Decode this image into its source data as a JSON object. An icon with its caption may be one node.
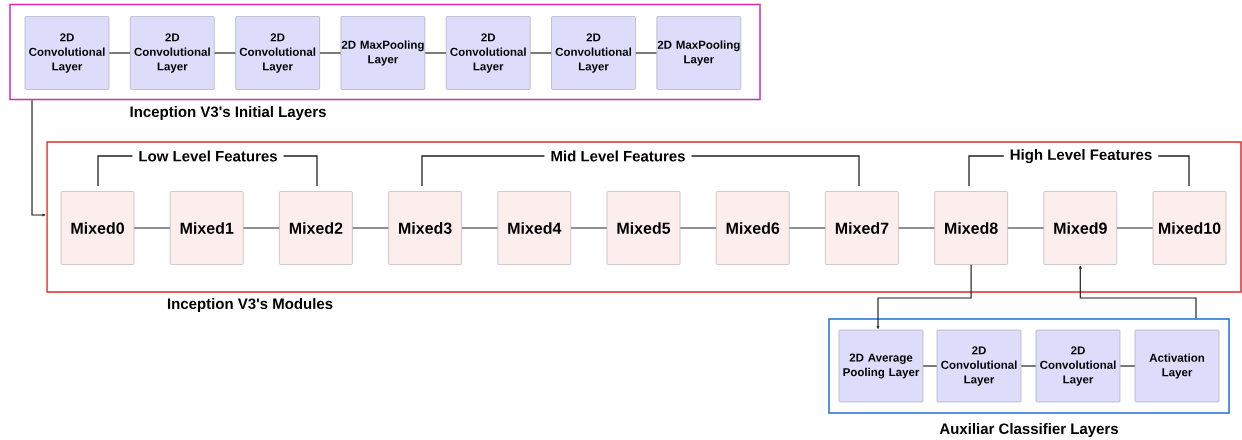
{
  "diagram": {
    "nodes": [
      {
        "text": [
          "Inception V3's Initial Layers"
        ]
      },
      {
        "text": [
          "2D Convolutional Layer"
        ],
        "in": 0
      },
      {
        "text": [
          "2D Convolutional Layer"
        ],
        "in": 0
      },
      {
        "text": [
          "2D Convolutional Layer"
        ],
        "in": 0
      },
      {
        "text": [
          "2D MaxPooling Layer"
        ],
        "in": 0
      },
      {
        "text": [
          "2D Convolutional Layer"
        ],
        "in": 0
      },
      {
        "text": [
          "2D Convolutional Layer"
        ],
        "in": 0
      },
      {
        "text": [
          "2D MaxPooling Layer"
        ],
        "in": 0
      },
      {
        "text": [
          "Inception V3's Modules"
        ]
      },
      {
        "text": [
          "Mixed0"
        ],
        "in": 8
      },
      {
        "text": [
          "Mixed1"
        ],
        "in": 8
      },
      {
        "text": [
          "Mixed2"
        ],
        "in": 8
      },
      {
        "text": [
          "Mixed3"
        ],
        "in": 8
      },
      {
        "text": [
          "Mixed4"
        ],
        "in": 8
      },
      {
        "text": [
          "Mixed5"
        ],
        "in": 8
      },
      {
        "text": [
          "Mixed6"
        ],
        "in": 8
      },
      {
        "text": [
          "Mixed7"
        ],
        "in": 8
      },
      {
        "text": [
          "Mixed8"
        ],
        "in": 8
      },
      {
        "text": [
          "Mixed9"
        ],
        "in": 8
      },
      {
        "text": [
          "Mixed10"
        ],
        "in": 8
      },
      {
        "text": [
          "Auxiliar Classifier Layers"
        ]
      },
      {
        "text": [
          "2D Average Pooling Layer"
        ],
        "in": 20
      },
      {
        "text": [
          "2D Convolutional Layer"
        ],
        "in": 20
      },
      {
        "text": [
          "2D Convolutional Layer"
        ],
        "in": 20
      },
      {
        "text": [
          "Activation Layer"
        ],
        "in": 20
      }
    ],
    "edges": [
      {
        "from": 1,
        "to": 2,
        "arrow": "none"
      },
      {
        "from": 2,
        "to": 3,
        "arrow": "none"
      },
      {
        "from": 3,
        "to": 4,
        "arrow": "none"
      },
      {
        "from": 4,
        "to": 5,
        "arrow": "none"
      },
      {
        "from": 5,
        "to": 6,
        "arrow": "none"
      },
      {
        "from": 6,
        "to": 7,
        "arrow": "none"
      },
      {
        "from": 0,
        "to": 8,
        "arrow": "to"
      },
      {
        "from": 9,
        "to": 10,
        "arrow": "none"
      },
      {
        "from": 10,
        "to": 11,
        "arrow": "none"
      },
      {
        "from": 11,
        "to": 12,
        "arrow": "none"
      },
      {
        "from": 12,
        "to": 13,
        "arrow": "none"
      },
      {
        "from": 13,
        "to": 14,
        "arrow": "none"
      },
      {
        "from": 14,
        "to": 15,
        "arrow": "none"
      },
      {
        "from": 15,
        "to": 16,
        "arrow": "none"
      },
      {
        "from": 16,
        "to": 17,
        "arrow": "none"
      },
      {
        "from": 17,
        "to": 18,
        "arrow": "none"
      },
      {
        "from": 18,
        "to": 19,
        "arrow": "none"
      },
      {
        "from": 17,
        "to": 21,
        "arrow": "to"
      },
      {
        "from": 21,
        "to": 22,
        "arrow": "none"
      },
      {
        "from": 22,
        "to": 23,
        "arrow": "none"
      },
      {
        "from": 23,
        "to": 24,
        "arrow": "none"
      },
      {
        "from": 20,
        "to": 18,
        "arrow": "to"
      }
    ],
    "labels": [
      "Low Level Features",
      "Mid Level Features",
      "High Level Features"
    ]
  }
}
